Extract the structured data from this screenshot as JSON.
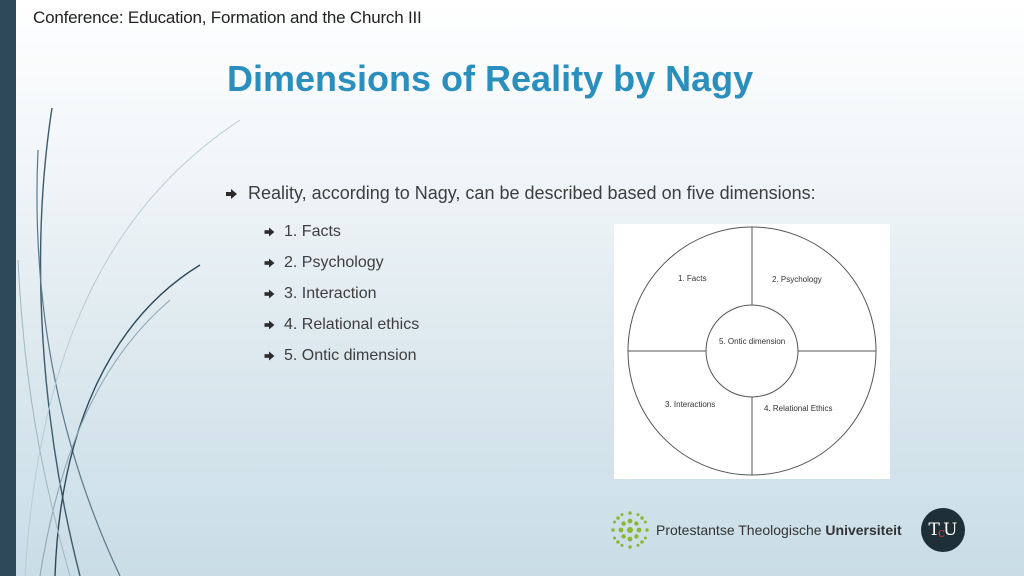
{
  "header": {
    "conference_title": "Conference: Education, Formation and the Church III"
  },
  "slide": {
    "title": "Dimensions of Reality by Nagy",
    "main_bullet": "Reality, according to Nagy, can be described based on five dimensions:",
    "sub_bullets": [
      "1. Facts",
      "2. Psychology",
      "3. Interaction",
      "4. Relational ethics",
      "5. Ontic dimension"
    ]
  },
  "diagram": {
    "quadrants": [
      "1. Facts",
      "2. Psychology",
      "3. Interactions",
      "4. Relational Ethics"
    ],
    "center": "5. Ontic dimension"
  },
  "footer": {
    "university_name_regular": "Protestantse Theologische ",
    "university_name_bold": "Universiteit",
    "badge_letters": [
      "T",
      "U"
    ],
    "badge_middle": "c"
  },
  "colors": {
    "title": "#2a8fbd",
    "left_bar": "#2e4a5a",
    "logo_green": "#8ab833"
  }
}
